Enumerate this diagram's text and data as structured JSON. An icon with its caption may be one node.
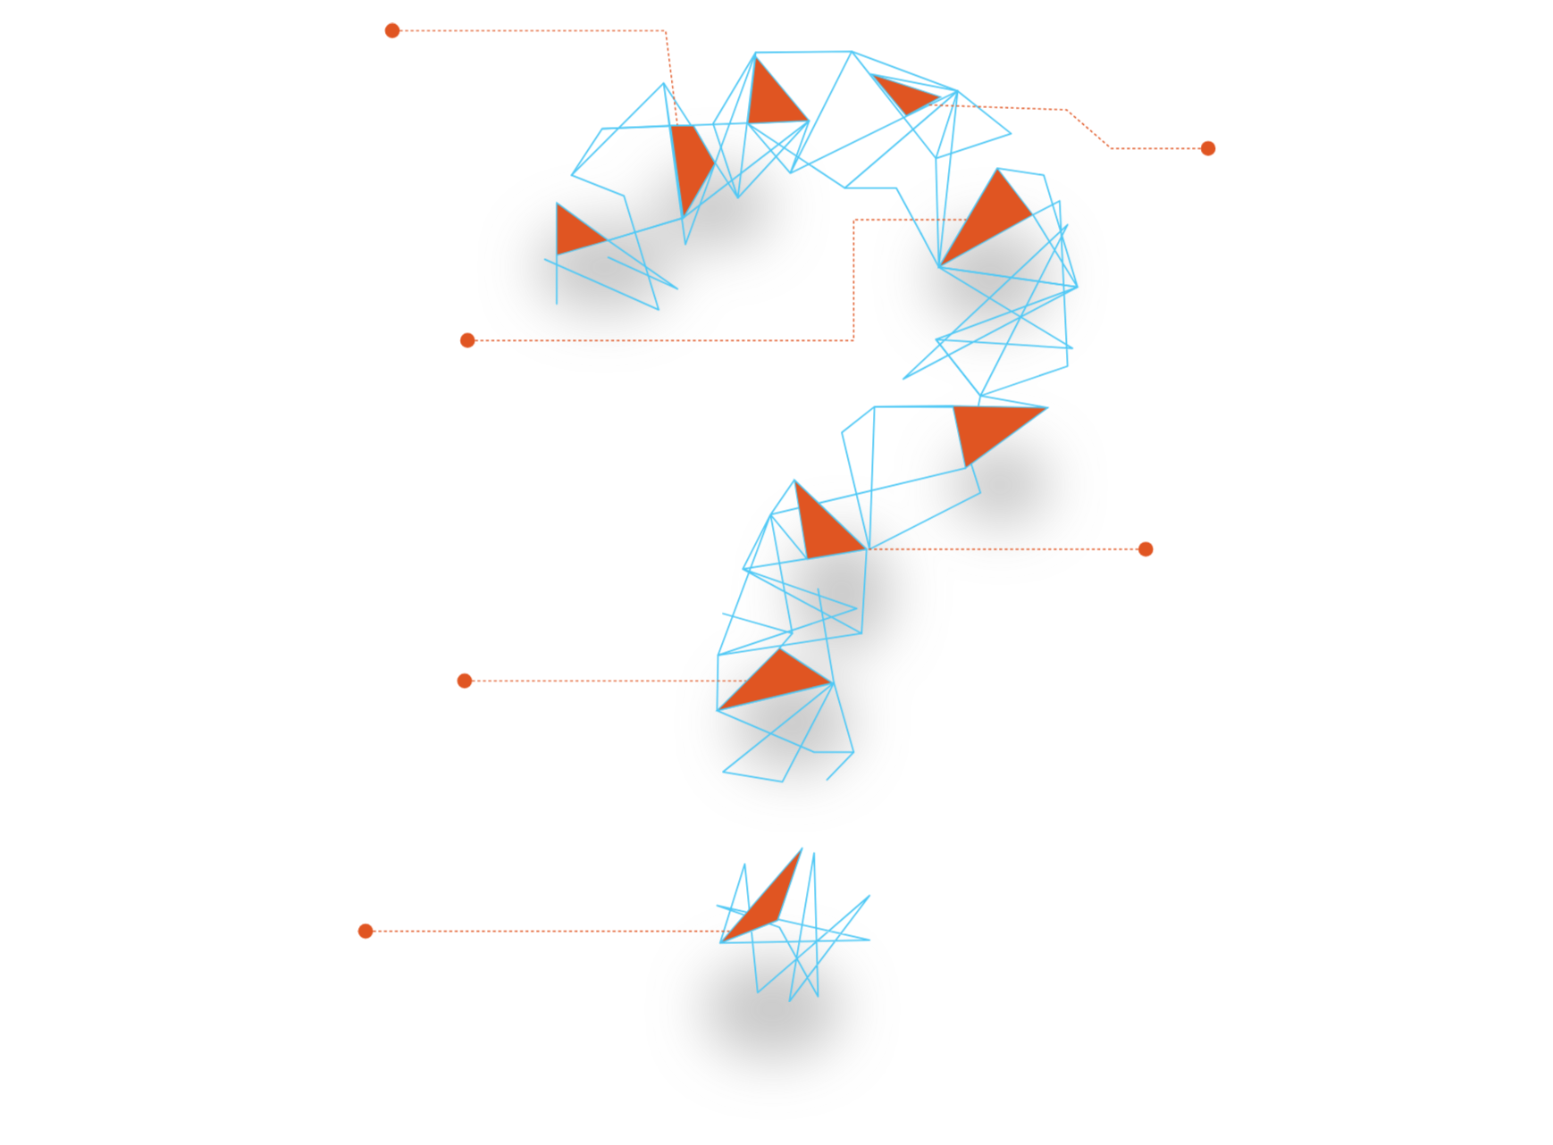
{
  "diagram": {
    "nodes": [
      {
        "text": [],
        "shape": "circle"
      },
      {
        "text": [],
        "shape": "circle"
      },
      {
        "text": [],
        "shape": "circle"
      },
      {
        "text": [],
        "shape": "circle"
      },
      {
        "text": [],
        "shape": "circle"
      },
      {
        "text": [],
        "shape": "circle"
      },
      {
        "text": [],
        "shape": "triangle"
      },
      {
        "text": [],
        "shape": "triangle"
      },
      {
        "text": [],
        "shape": "triangle"
      },
      {
        "text": [],
        "shape": "triangle"
      },
      {
        "text": [],
        "shape": "triangle"
      },
      {
        "text": [],
        "shape": "triangle"
      }
    ],
    "edges": [
      {
        "from": 0,
        "to": 6,
        "arrow": "none",
        "style": "dashed"
      },
      {
        "from": 1,
        "to": 7,
        "arrow": "none",
        "style": "dashed"
      },
      {
        "from": 2,
        "to": 8,
        "arrow": "none",
        "style": "dashed"
      },
      {
        "from": 3,
        "to": 9,
        "arrow": "none",
        "style": "dashed"
      },
      {
        "from": 4,
        "to": 10,
        "arrow": "none",
        "style": "dashed"
      },
      {
        "from": 5,
        "to": 11,
        "arrow": "none",
        "style": "dashed"
      }
    ]
  }
}
